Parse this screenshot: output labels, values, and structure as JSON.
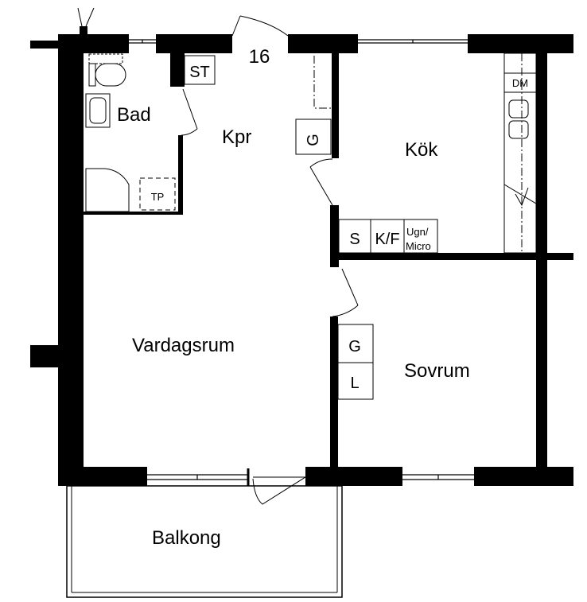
{
  "unit_number": "16",
  "rooms": {
    "bad": "Bad",
    "kpr": "Kpr",
    "kok": "Kök",
    "vardagsrum": "Vardagsrum",
    "sovrum": "Sovrum",
    "balkong": "Balkong"
  },
  "fixtures": {
    "st": "ST",
    "tp": "TP",
    "dm": "DM",
    "g_hall": "G",
    "s": "S",
    "kf": "K/F",
    "ugn_line1": "Ugn/",
    "ugn_line2": "Micro",
    "g_bedroom": "G",
    "l_bedroom": "L"
  }
}
